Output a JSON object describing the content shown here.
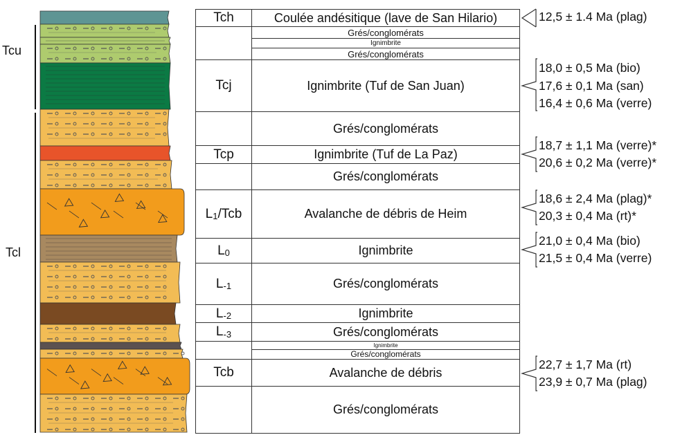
{
  "group_labels": {
    "upper": "Tcu",
    "lower": "Tcl"
  },
  "layers": [
    {
      "name": "Tch",
      "fill": "#5e9594",
      "pattern": "none"
    },
    {
      "name": "gres-upper-1",
      "fill": "#aecb6e",
      "pattern": "pebbles"
    },
    {
      "name": "ignimbrite-thin-upper",
      "fill": "#aecb6e",
      "pattern": "lines"
    },
    {
      "name": "gres-upper-2",
      "fill": "#aecb6e",
      "pattern": "pebbles"
    },
    {
      "name": "Tcj",
      "fill": "#0b7a44",
      "pattern": "lines"
    },
    {
      "name": "gres-tcl-1",
      "fill": "#f2bc55",
      "pattern": "pebbles"
    },
    {
      "name": "Tcp",
      "fill": "#e8542a",
      "pattern": "none"
    },
    {
      "name": "gres-tcl-2",
      "fill": "#f2bc55",
      "pattern": "pebbles"
    },
    {
      "name": "L1/Tcb",
      "fill": "#f29c1c",
      "pattern": "blocks"
    },
    {
      "name": "L0",
      "fill": "#a88960",
      "pattern": "lines"
    },
    {
      "name": "L-1",
      "fill": "#f2bc55",
      "pattern": "pebbles"
    },
    {
      "name": "L-2",
      "fill": "#7a4a22",
      "pattern": "none"
    },
    {
      "name": "L-3",
      "fill": "#f2bc55",
      "pattern": "pebbles"
    },
    {
      "name": "ignimbrite-thin-lower",
      "fill": "#5b5150",
      "pattern": "none"
    },
    {
      "name": "gres-lower",
      "fill": "#f2bc55",
      "pattern": "pebbles"
    },
    {
      "name": "Tcb",
      "fill": "#f29c1c",
      "pattern": "blocks"
    },
    {
      "name": "gres-base",
      "fill": "#f2bc55",
      "pattern": "pebbles"
    }
  ],
  "table": {
    "rows": [
      {
        "code": "Tch",
        "desc": "Coulée andésitique (lave de San Hilario)"
      },
      {
        "code": "",
        "sub": [
          "Grés/conglomérats",
          "Ignimbrite",
          "Grés/conglomérats"
        ]
      },
      {
        "code": "Tcj",
        "desc": "Ignimbrite (Tuf de San Juan)"
      },
      {
        "code": "",
        "desc": "Grés/conglomérats"
      },
      {
        "code": "Tcp",
        "desc": "Ignimbrite (Tuf de La Paz)"
      },
      {
        "code": "",
        "desc": "Grés/conglomérats"
      },
      {
        "code_main": "L",
        "code_sub": "1",
        "code_tail": "/Tcb",
        "desc": "Avalanche de débris de Heim"
      },
      {
        "code_main": "L",
        "code_sub": "0",
        "code_tail": "",
        "desc": "Ignimbrite"
      },
      {
        "code_main": "L",
        "code_sub": "-1",
        "code_tail": "",
        "desc": "Grés/conglomérats"
      },
      {
        "code_main": "L",
        "code_sub": "-2",
        "code_tail": "",
        "desc": "Ignimbrite"
      },
      {
        "code_main": "L",
        "code_sub": "-3",
        "code_tail": "",
        "desc": "Grés/conglomérats"
      },
      {
        "code": "",
        "sub": [
          "Ignimbrite",
          "Grés/conglomérats"
        ]
      },
      {
        "code": "Tcb",
        "desc": "Avalanche de débris"
      },
      {
        "code": "",
        "desc": "Grés/conglomérats"
      }
    ]
  },
  "dates": [
    {
      "lines": [
        "12,5 ± 1.4 Ma (plag)"
      ]
    },
    {
      "lines": [
        "18,0 ± 0,5 Ma (bio)",
        "17,6 ± 0,1 Ma (san)",
        "16,4 ± 0,6 Ma (verre)"
      ]
    },
    {
      "lines": [
        "18,7 ± 1,1 Ma (verre)*",
        "20,6 ± 0,2 Ma (verre)*"
      ]
    },
    {
      "lines": [
        "18,6 ± 2,4 Ma (plag)*",
        "20,3 ± 0,4 Ma (rt)*"
      ]
    },
    {
      "lines": [
        "21,0 ± 0,4 Ma (bio)",
        "21,5 ± 0,4 Ma (verre)"
      ]
    },
    {
      "lines": [
        "22,7 ± 1,7 Ma (rt)",
        "23,9 ± 0,7 Ma (plag)"
      ]
    }
  ]
}
